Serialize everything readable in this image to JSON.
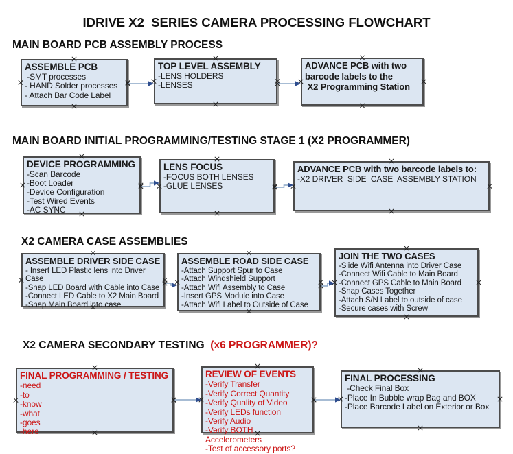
{
  "title": "IDRIVE X2  SERIES CAMERA PROCESSING FLOWCHART",
  "colors": {
    "box_fill": "#dce6f2",
    "box_border": "#4c4c4c",
    "box_shadow": "#999999",
    "connector_line": "#8aa5c6",
    "connector_arrow": "#2e4d8e",
    "marker": "#222222",
    "red_text": "#cc1717",
    "black_text": "#1a1a1a"
  },
  "sections": [
    {
      "heading": "MAIN BOARD PCB ASSEMBLY PROCESS",
      "boxes": [
        {
          "title": "ASSEMBLE PCB",
          "lines": [
            " -SMT processes",
            "- HAND Solder processes",
            "- Attach Bar Code Label"
          ]
        },
        {
          "title": "TOP LEVEL ASSEMBLY",
          "lines": [
            "-LENS HOLDERS",
            "-LENSES"
          ]
        },
        {
          "title": "ADVANCE PCB with two barcode labels to the\n X2 Programming Station",
          "lines": []
        }
      ]
    },
    {
      "heading": "MAIN BOARD INITIAL PROGRAMMING/TESTING STAGE 1 (X2 PROGRAMMER)",
      "boxes": [
        {
          "title": "DEVICE PROGRAMMING",
          "lines": [
            "-Scan Barcode",
            "-Boot Loader",
            "-Device Configuration",
            "-Test Wired Events",
            "-AC SYNC"
          ]
        },
        {
          "title": "LENS FOCUS",
          "lines": [
            "-FOCUS BOTH LENSES",
            "-GLUE LENSES"
          ]
        },
        {
          "title": "ADVANCE PCB with two barcode labels to:",
          "lines": [
            "-X2 DRIVER  SIDE  CASE  ASSEMBLY STATION"
          ]
        }
      ]
    },
    {
      "heading": "X2 CAMERA CASE ASSEMBLIES",
      "boxes": [
        {
          "title": "ASSEMBLE DRIVER SIDE CASE",
          "lines": [
            "- Insert LED Plastic lens into Driver Case",
            "-Snap LED Board with Cable into Case",
            "-Connect LED Cable to X2 Main Board",
            "-Snap Main Board into case"
          ]
        },
        {
          "title": "ASSEMBLE ROAD SIDE CASE",
          "lines": [
            "-Attach Support Spur to Case",
            "-Attach Windshield Support",
            "-Attach Wifi Assembly to Case",
            "-Insert GPS Module into Case",
            "-Attach Wifi Label to Outside of Case"
          ]
        },
        {
          "title": "JOIN THE TWO CASES",
          "lines": [
            "-Slide Wifi Antenna into Driver Case",
            "-Connect Wifi Cable to Main Board",
            "-Connect GPS Cable to Main Board",
            "-Snap Cases Together",
            "-Attach S/N Label to outside of case",
            "-Secure cases with Screw"
          ]
        }
      ]
    },
    {
      "heading": "X2 CAMERA SECONDARY TESTING",
      "heading_suffix": "  (x6 PROGRAMMER)?",
      "boxes": [
        {
          "title": "FINAL PROGRAMMING / TESTING",
          "lines": [
            "-need",
            "-to",
            "-know",
            "-what",
            "-goes",
            "-here"
          ]
        },
        {
          "title": "REVIEW OF EVENTS",
          "lines": [
            "-Verify Transfer",
            "-Verify Correct Quantity",
            "-Verify Quality of Video",
            "-Verify LEDs function",
            "-Verify Audio",
            "-Verify BOTH Accelerometers",
            "-Test of accessory ports?"
          ]
        },
        {
          "title": "FINAL PROCESSING",
          "lines": [
            " -Check Final Box",
            "-Place In Bubble wrap Bag and BOX",
            "-Place Barcode Label on Exterior or Box"
          ]
        }
      ]
    }
  ]
}
